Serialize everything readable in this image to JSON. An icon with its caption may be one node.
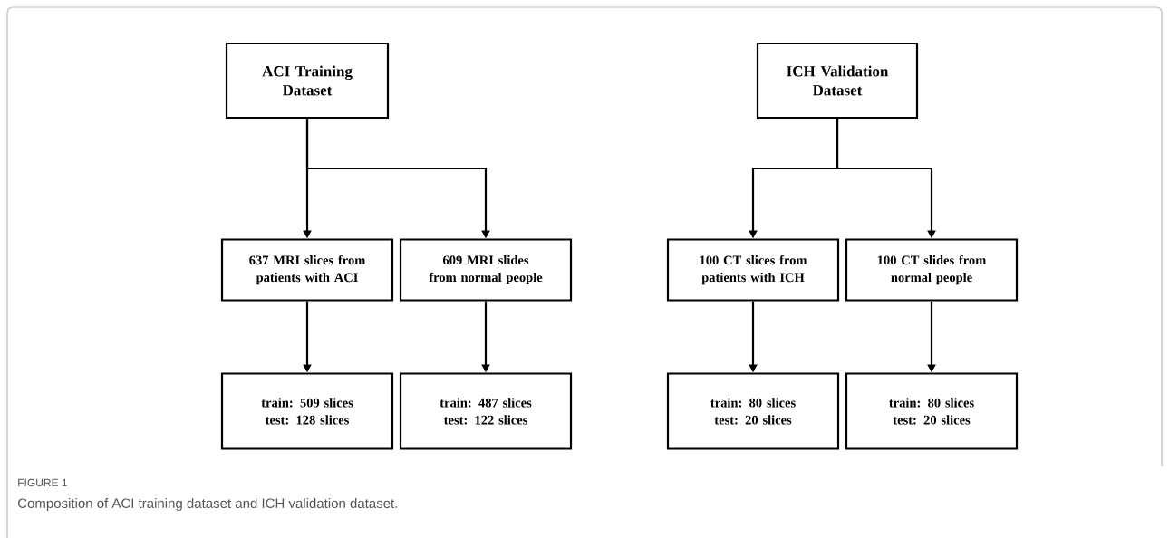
{
  "diagram": {
    "caption": "Composition of ACI training dataset and ICH validation dataset.",
    "nodes": [
      {
        "text": [
          "ACI Training Dataset"
        ]
      },
      {
        "text": [
          "ICH Validation Dataset"
        ]
      },
      {
        "text": [
          "637 MRI slices from patients with ACI"
        ]
      },
      {
        "text": [
          "609 MRI slides from normal people"
        ]
      },
      {
        "text": [
          "100 CT slices from patients with ICH"
        ]
      },
      {
        "text": [
          "100 CT slides from normal people"
        ]
      },
      {
        "text": [
          "train: 509 slices",
          "test: 128 slices"
        ]
      },
      {
        "text": [
          "train: 487 slices",
          "test: 122 slices"
        ]
      },
      {
        "text": [
          "train: 80 slices",
          "test: 20 slices"
        ]
      },
      {
        "text": [
          "train: 80 slices",
          "test: 20 slices"
        ]
      }
    ],
    "edges": [
      {
        "from": 0,
        "to": 2,
        "arrow": "to"
      },
      {
        "from": 0,
        "to": 3,
        "arrow": "to"
      },
      {
        "from": 1,
        "to": 4,
        "arrow": "to"
      },
      {
        "from": 1,
        "to": 5,
        "arrow": "to"
      },
      {
        "from": 2,
        "to": 6,
        "arrow": "to"
      },
      {
        "from": 3,
        "to": 7,
        "arrow": "to"
      },
      {
        "from": 4,
        "to": 8,
        "arrow": "to"
      },
      {
        "from": 5,
        "to": 9,
        "arrow": "to"
      }
    ],
    "labels": [
      "FIGURE 1"
    ]
  }
}
